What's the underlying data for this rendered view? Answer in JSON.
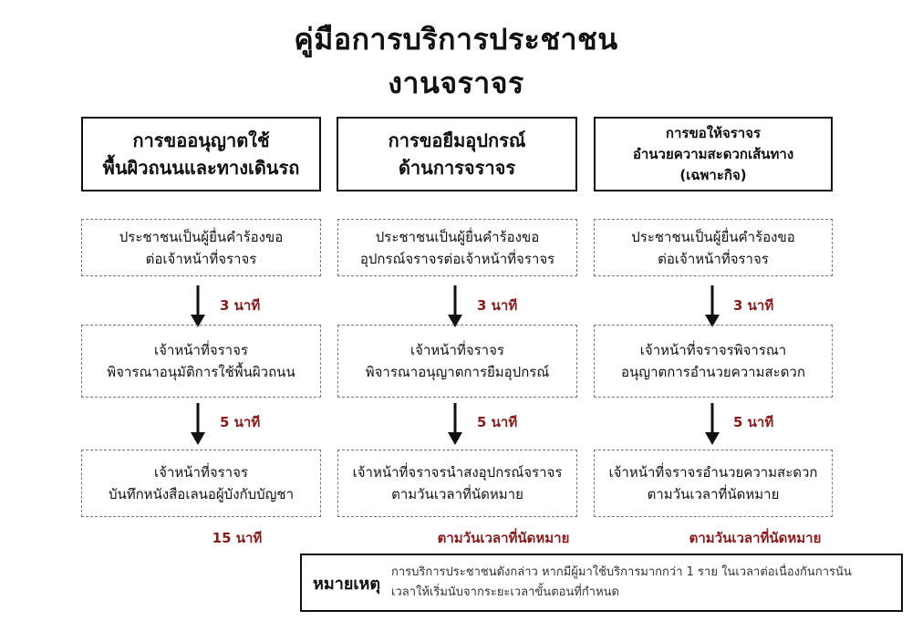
{
  "title": {
    "line1": "คู่มือการบริการประชาชน",
    "line2": "งานจราจร"
  },
  "columns": [
    {
      "header": [
        "การขออนุญาตใช้",
        "พื้นผิวถนนและทางเดินรถ"
      ],
      "steps": [
        [
          "ประชาชนเป็นผู้ยื่นคำร้องขอ",
          "ต่อเจ้าหน้าที่จราจร"
        ],
        [
          "เจ้าหน้าที่จราจร",
          "พิจารณาอนุมัติการใช้พื้นผิวถนน"
        ],
        [
          "เจ้าหน้าที่จราจร",
          "บันทึกหนังสือเลนอผู้บังกับบัญชา"
        ]
      ],
      "times": [
        "3 นาที",
        "5 นาที"
      ],
      "final": "15 นาที"
    },
    {
      "header": [
        "การขอยืมอุปกรณ์",
        "ด้านการจราจร"
      ],
      "steps": [
        [
          "ประชาชนเป็นผู้ยื่นคำร้องขอ",
          "อุปกรณ์จราจรต่อเจ้าหน้าที่จราจร"
        ],
        [
          "เจ้าหน้าที่จราจร",
          "พิจารณาอนุญาตการยืมอุปกรณ์"
        ],
        [
          "เจ้าหน้าที่จราจรนำสงอุปกรณ์จราจร",
          "ตามวันเวลาที่นัดหมาย"
        ]
      ],
      "times": [
        "3 นาที",
        "5 นาที"
      ],
      "final": "ตามวันเวลาที่นัดหมาย"
    },
    {
      "header": [
        "การขอให้จราจร",
        "อำนวยความสะดวกเส้นทาง",
        "(เฉพาะกิจ)"
      ],
      "steps": [
        [
          "ประชาชนเป็นผู้ยื่นคำร้องขอ",
          "ต่อเจ้าหน้าที่จราจร"
        ],
        [
          "เจ้าหน้าที่จราจรพิจารณา",
          "อนุญาตการอำนวยความสะดวก"
        ],
        [
          "เจ้าหน้าที่จราจรอำนวยความสะดวก",
          "ตามวันเวลาที่นัดหมาย"
        ]
      ],
      "times": [
        "3 นาที",
        "5 นาที"
      ],
      "final": "ตามวันเวลาที่นัดหมาย"
    }
  ],
  "note": {
    "label": "หมายเหตุ",
    "line1": "การบริการประชาชนดังกล่าว หากมีผู้มาใช้บริการมากกว่า 1 ราย ในเวลาต่อเนื่องกันการนัน",
    "line2": "เวลาให้เริ่มนับจากระยะเวลาขั้นตอนที่กำหนด"
  },
  "colors": {
    "time_text": "#8b1a1a",
    "border": "#111111",
    "dashed_border": "#777777"
  }
}
